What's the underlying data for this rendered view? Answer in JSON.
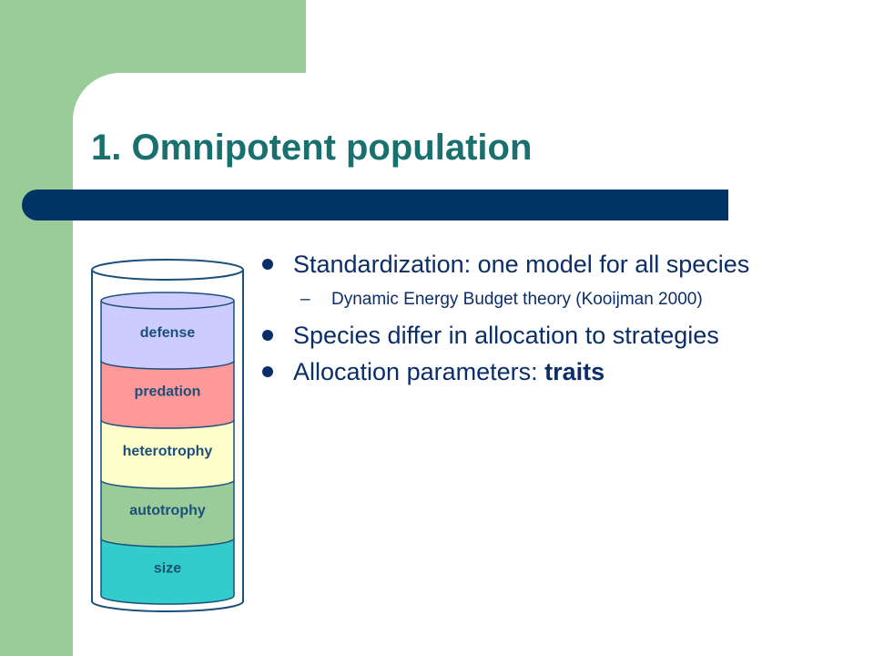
{
  "slide": {
    "title": "1. Omnipotent population",
    "bullets": [
      {
        "text": "Standardization: one model for all species"
      },
      {
        "text": "Dynamic Energy Budget theory (Kooijman 2000)",
        "sub": true
      },
      {
        "text": "Species differ in allocation to strategies"
      },
      {
        "text": "Allocation parameters: ",
        "bold": "traits"
      }
    ]
  },
  "cylinder": {
    "layers": [
      {
        "label": "defense",
        "color": "#ccccff"
      },
      {
        "label": "predation",
        "color": "#ff9999"
      },
      {
        "label": "heterotrophy",
        "color": "#ffffcc"
      },
      {
        "label": "autotrophy",
        "color": "#99cc99"
      },
      {
        "label": "size",
        "color": "#33cccc"
      }
    ],
    "outline_color": "#1c4f7a"
  },
  "colors": {
    "sidebar": "#99cc99",
    "title": "#1a6f6f",
    "bar": "#003366",
    "text": "#0b2e6b"
  }
}
